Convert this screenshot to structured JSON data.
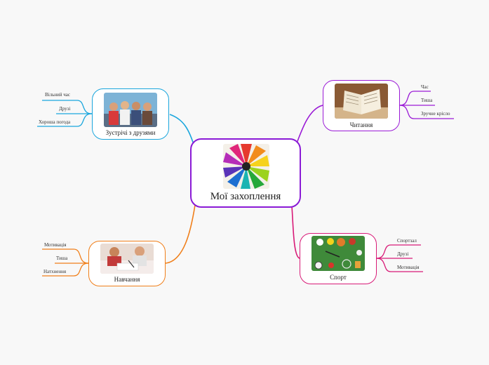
{
  "central": {
    "title": "Мої захоплення",
    "icon": "colored-pencils-image"
  },
  "branches": {
    "friends": {
      "title": "Зустрічі з друзями",
      "color": "#1aa6dd",
      "icon": "friends-photo",
      "leaves": [
        "Вільний час",
        "Друзі",
        "Хороша погода"
      ]
    },
    "reading": {
      "title": "Читання",
      "color": "#9a1ad6",
      "icon": "book-photo",
      "leaves": [
        "Час",
        "Тиша",
        "Зручне крісло"
      ]
    },
    "study": {
      "title": "Навчання",
      "color": "#f07f1a",
      "icon": "study-photo",
      "leaves": [
        "Мотивація",
        "Тиша",
        "Натхнення"
      ]
    },
    "sport": {
      "title": "Спорт",
      "color": "#d81a77",
      "icon": "sport-balls-photo",
      "leaves": [
        "Спортзал",
        "Друзі",
        "Мотивація"
      ]
    }
  }
}
